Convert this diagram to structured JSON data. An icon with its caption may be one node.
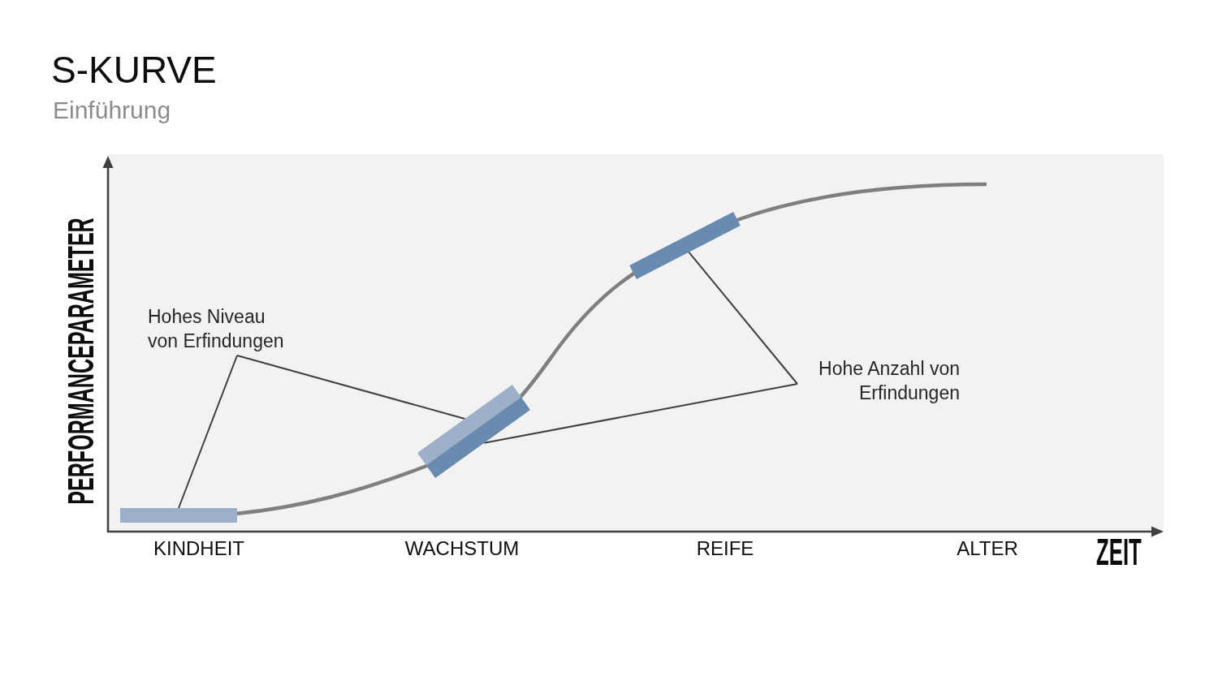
{
  "diagram": {
    "title": "S-KURVE",
    "nodes": [
      {
        "text": [
          "Hohes Niveau von Erfindungen"
        ]
      },
      {
        "text": [
          "Hohe Anzahl von Erfindungen"
        ]
      },
      {
        "text": [],
        "shape": "bar"
      },
      {
        "text": [],
        "shape": "bar"
      },
      {
        "text": [],
        "shape": "bar"
      },
      {
        "text": [],
        "shape": "bar"
      }
    ],
    "edges": [
      {
        "from": 0,
        "to": 2,
        "arrow": "none"
      },
      {
        "from": 0,
        "to": 3,
        "arrow": "none"
      },
      {
        "from": 1,
        "to": 4,
        "arrow": "none"
      },
      {
        "from": 1,
        "to": 5,
        "arrow": "none"
      }
    ],
    "labels": [
      "Einführung",
      "PERFORMANCEPARAMETER",
      "KINDHEIT",
      "WACHSTUM",
      "REIFE",
      "ALTER",
      "ZEIT"
    ]
  }
}
